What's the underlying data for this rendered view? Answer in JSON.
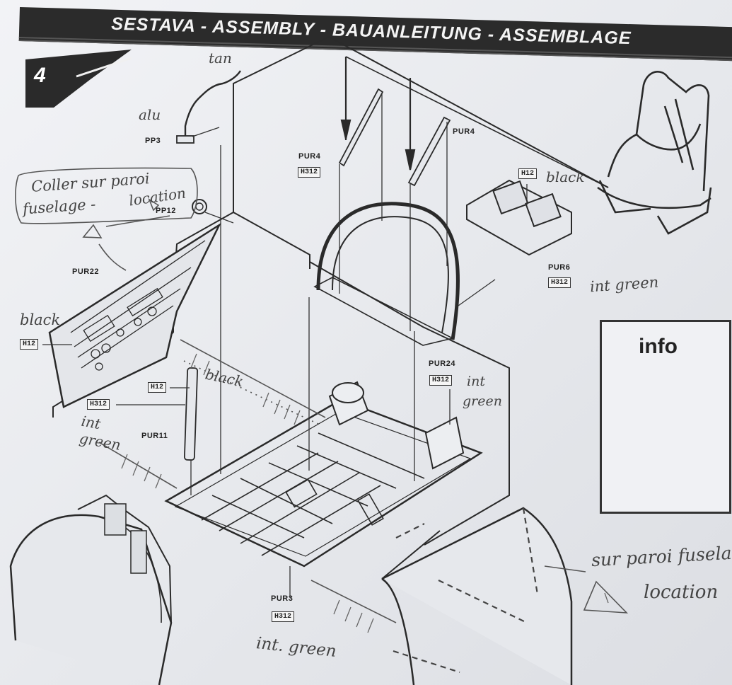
{
  "header": {
    "title": "SESTAVA - ASSEMBLY - BAUANLEITUNG - ASSEMBLAGE"
  },
  "step": {
    "number": "4"
  },
  "parts": {
    "pp3": "PP3",
    "pp12": "PP12",
    "pur22": "PUR22",
    "pur4_left": "PUR4",
    "pur4_right": "PUR4",
    "pur6": "PUR6",
    "pur24": "PUR24",
    "pur11": "PUR11",
    "pur3": "PUR3"
  },
  "paint_codes": {
    "pur4": "H312",
    "seat": "H12",
    "pur6": "H312",
    "pur22": "H12",
    "pur24": "H312",
    "pur11_h12": "H12",
    "pur11_h312": "H312",
    "pur3": "H312"
  },
  "handwritten": {
    "tan": "tan",
    "alu": "alu",
    "coller_line1": "Coller sur paroi",
    "coller_line2": "fuselage -",
    "coller_location": "location",
    "black_seat": "black",
    "black_left": "black",
    "black_middle": "black",
    "int_green_pur6": "int green",
    "int_left": "int",
    "green_left": "green",
    "int_pur24": "int",
    "green_pur24": "green",
    "int_green_pur3": "int. green",
    "sur_paroi": "sur paroi fusela",
    "location_right": "location"
  },
  "info_box": {
    "title": "info"
  }
}
